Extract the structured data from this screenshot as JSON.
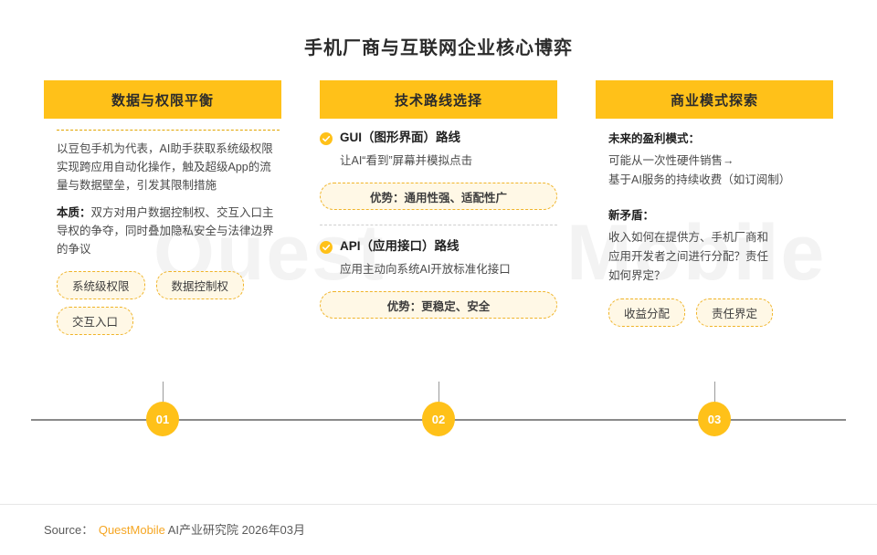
{
  "title": "手机厂商与互联网企业核心博弈",
  "watermark": {
    "left": "Quest",
    "right": "Mobile"
  },
  "columns": [
    {
      "header": "数据与权限平衡",
      "paragraphs": [
        {
          "lead": "",
          "text": "以豆包手机为代表，AI助手获取系统级权限实现跨应用自动化操作，触及超级App的流量与数据壁垒，引发其限制措施"
        },
        {
          "lead": "本质：",
          "text": "双方对用户数据控制权、交互入口主导权的争夺，同时叠加隐私安全与法律边界的争议"
        }
      ],
      "tags": [
        "系统级权限",
        "数据控制权",
        "交互入口"
      ]
    },
    {
      "header": "技术路线选择",
      "bullets": [
        {
          "icon": "check-circle-icon",
          "title": "GUI（图形界面）路线",
          "desc": "让AI“看到”屏幕并模拟点击",
          "advantage": "优势：通用性强、适配性广"
        },
        {
          "icon": "check-circle-icon",
          "title": "API（应用接口）路线",
          "desc": "应用主动向系统AI开放标准化接口",
          "advantage": "优势：更稳定、安全"
        }
      ]
    },
    {
      "header": "商业模式探索",
      "blocks": [
        {
          "head": "未来的盈利模式：",
          "lines": [
            "可能从一次性硬件销售→",
            "基于AI服务的持续收费（如订阅制）"
          ]
        },
        {
          "head": "新矛盾：",
          "lines": [
            "收入如何在提供方、手机厂商和",
            "应用开发者之间进行分配？责任",
            "如何界定？"
          ]
        }
      ],
      "tags": [
        "收益分配",
        "责任界定"
      ]
    }
  ],
  "timeline": {
    "nodes": [
      "01",
      "02",
      "03"
    ]
  },
  "footer": {
    "label": "Source：",
    "brand": "QuestMobile",
    "rest": "AI产业研究院 2026年03月"
  },
  "colors": {
    "accent": "#FFC119",
    "pill_bg": "#FFF8E6",
    "pill_border": "#F0B429",
    "brand_orange": "#F5A623",
    "line_gray": "#8A8A8A"
  }
}
